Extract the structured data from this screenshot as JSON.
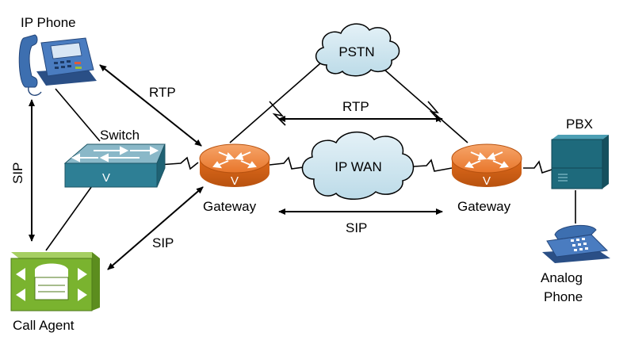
{
  "devices": {
    "ip_phone": "IP Phone",
    "switch": "Switch",
    "call_agent": "Call Agent",
    "gateway_left": "Gateway",
    "gateway_right": "Gateway",
    "pbx": "PBX",
    "analog_phone_line1": "Analog",
    "analog_phone_line2": "Phone"
  },
  "clouds": {
    "pstn": "PSTN",
    "ip_wan": "IP WAN"
  },
  "protocols": {
    "rtp_phone_gateway": "RTP",
    "sip_phone_agent": "SIP",
    "sip_agent_gateway": "SIP",
    "rtp_gateways": "RTP",
    "sip_gateways": "SIP"
  },
  "device_marks": {
    "switch_v": "V",
    "gateway_left_v": "V",
    "gateway_right_v": "V"
  },
  "colors": {
    "router": "#e8762b",
    "switch": "#2e7f95",
    "pbx": "#1e6a7c",
    "call_agent": "#7ab32f",
    "cloud": "#cfe6f0",
    "phone": "#3d6fb0"
  }
}
